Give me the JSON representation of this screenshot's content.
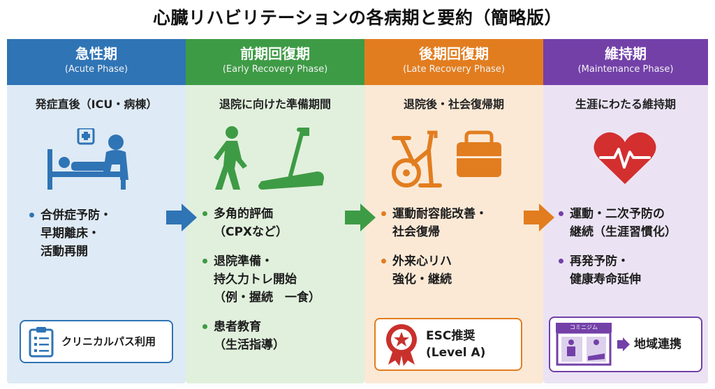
{
  "title": "心臓リハビリテーションの各病期と要約（簡略版）",
  "colors": {
    "acute": "#2f74b5",
    "early": "#3e9b45",
    "late": "#e27d1f",
    "maint": "#7340a8"
  },
  "phases": [
    {
      "name": "急性期",
      "english": "(Acute Phase)",
      "subtitle": "発症直後（ICU・病棟）",
      "icon": "patient-bed-icon",
      "bullets": [
        "合併症予防・\n早期離床・\n活動再開"
      ],
      "box": {
        "icon": "clipboard-icon",
        "text": "クリニカルパス利用"
      }
    },
    {
      "name": "前期回復期",
      "english": "(Early Recovery Phase)",
      "subtitle": "退院に向けた準備期間",
      "icon": "walking-treadmill-icon",
      "bullets": [
        "多角的評価\n（CPXなど）",
        "退院準備・\n持久力トレ開始\n（例・握続　一食）",
        "患者教育\n（生活指導）"
      ]
    },
    {
      "name": "後期回復期",
      "english": "(Late Recovery Phase)",
      "subtitle": "退院後・社会復帰期",
      "icon": "exercise-bike-briefcase-icon",
      "bullets": [
        "運動耐容能改善・\n社会復帰",
        "外来心リハ\n強化・継続"
      ],
      "box": {
        "icon": "award-ribbon-icon",
        "text": "ESC推奨\n(Level A)"
      }
    },
    {
      "name": "維持期",
      "english": "(Maintenance Phase)",
      "subtitle": "生涯にわたる維持期",
      "icon": "heart-pulse-icon",
      "bullets": [
        "運動・二次予防の\n継続（生涯習慣化）",
        "再発予防・\n健康寿命延伸"
      ],
      "box": {
        "icon": "community-center-icon",
        "sign": "コミニジム",
        "text": "地域連携"
      }
    }
  ]
}
